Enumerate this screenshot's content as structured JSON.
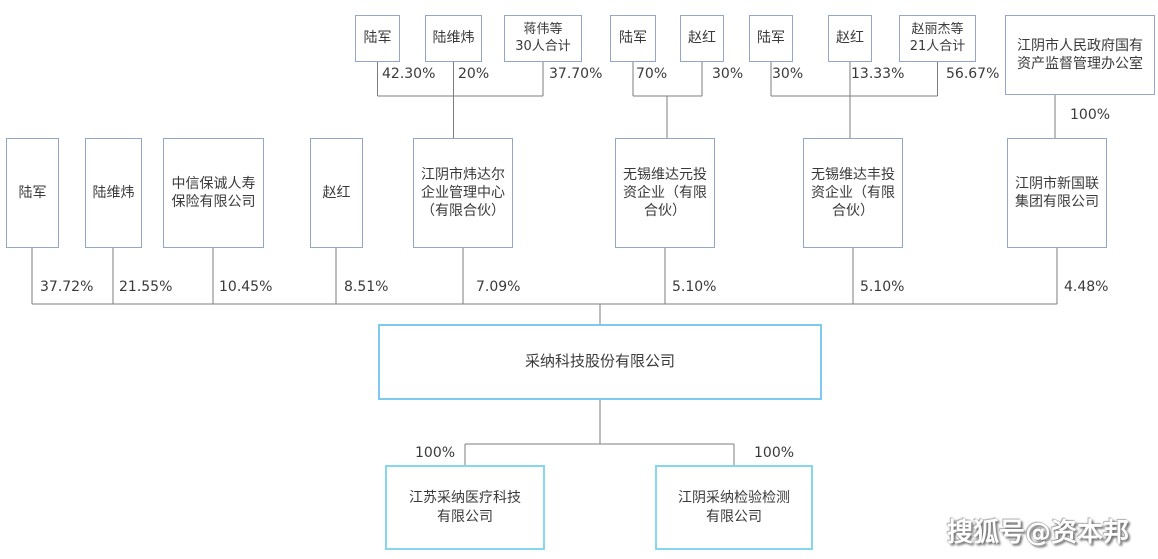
{
  "company": {
    "label": "采纳科技股份有限公司"
  },
  "row1": [
    {
      "label": "陆军",
      "pct": "42.30%"
    },
    {
      "label": "陆维炜",
      "pct": "20%"
    },
    {
      "label": "蒋伟等\n30人合计",
      "pct": "37.70%"
    },
    {
      "label": "陆军",
      "pct": "70%"
    },
    {
      "label": "赵红",
      "pct": "30%"
    },
    {
      "label": "陆军",
      "pct": "30%"
    },
    {
      "label": "赵红",
      "pct": "13.33%"
    },
    {
      "label": "赵丽杰等\n21人合计",
      "pct": "56.67%"
    },
    {
      "label": "江阴市人民政府国有\n资产监督管理办公室",
      "pct": "100%"
    }
  ],
  "row2": [
    {
      "label": "陆军",
      "pct": "37.72%"
    },
    {
      "label": "陆维炜",
      "pct": "21.55%"
    },
    {
      "label": "中信保诚人寿\n保险有限公司",
      "pct": "10.45%"
    },
    {
      "label": "赵红",
      "pct": "8.51%"
    },
    {
      "label": "江阴市炜达尔\n企业管理中心\n（有限合伙）",
      "pct": "7.09%"
    },
    {
      "label": "无锡维达元投\n资企业（有限\n合伙）",
      "pct": "5.10%"
    },
    {
      "label": "无锡维达丰投\n资企业（有限\n合伙）",
      "pct": "5.10%"
    },
    {
      "label": "江阴市新国联\n集团有限公司",
      "pct": "4.48%"
    }
  ],
  "subsidiaries": [
    {
      "label": "江苏采纳医疗科技\n有限公司",
      "pct": "100%"
    },
    {
      "label": "江阴采纳检验检测\n有限公司",
      "pct": "100%"
    }
  ],
  "watermark": {
    "label": "搜狐号@资本邦"
  },
  "colors": {
    "box_border": "#93a7c8",
    "highlight_border": "#7ec9ef",
    "subsidiary_border": "#85d6ee",
    "line": "#7d7d7d",
    "text": "#3a3a3a"
  }
}
